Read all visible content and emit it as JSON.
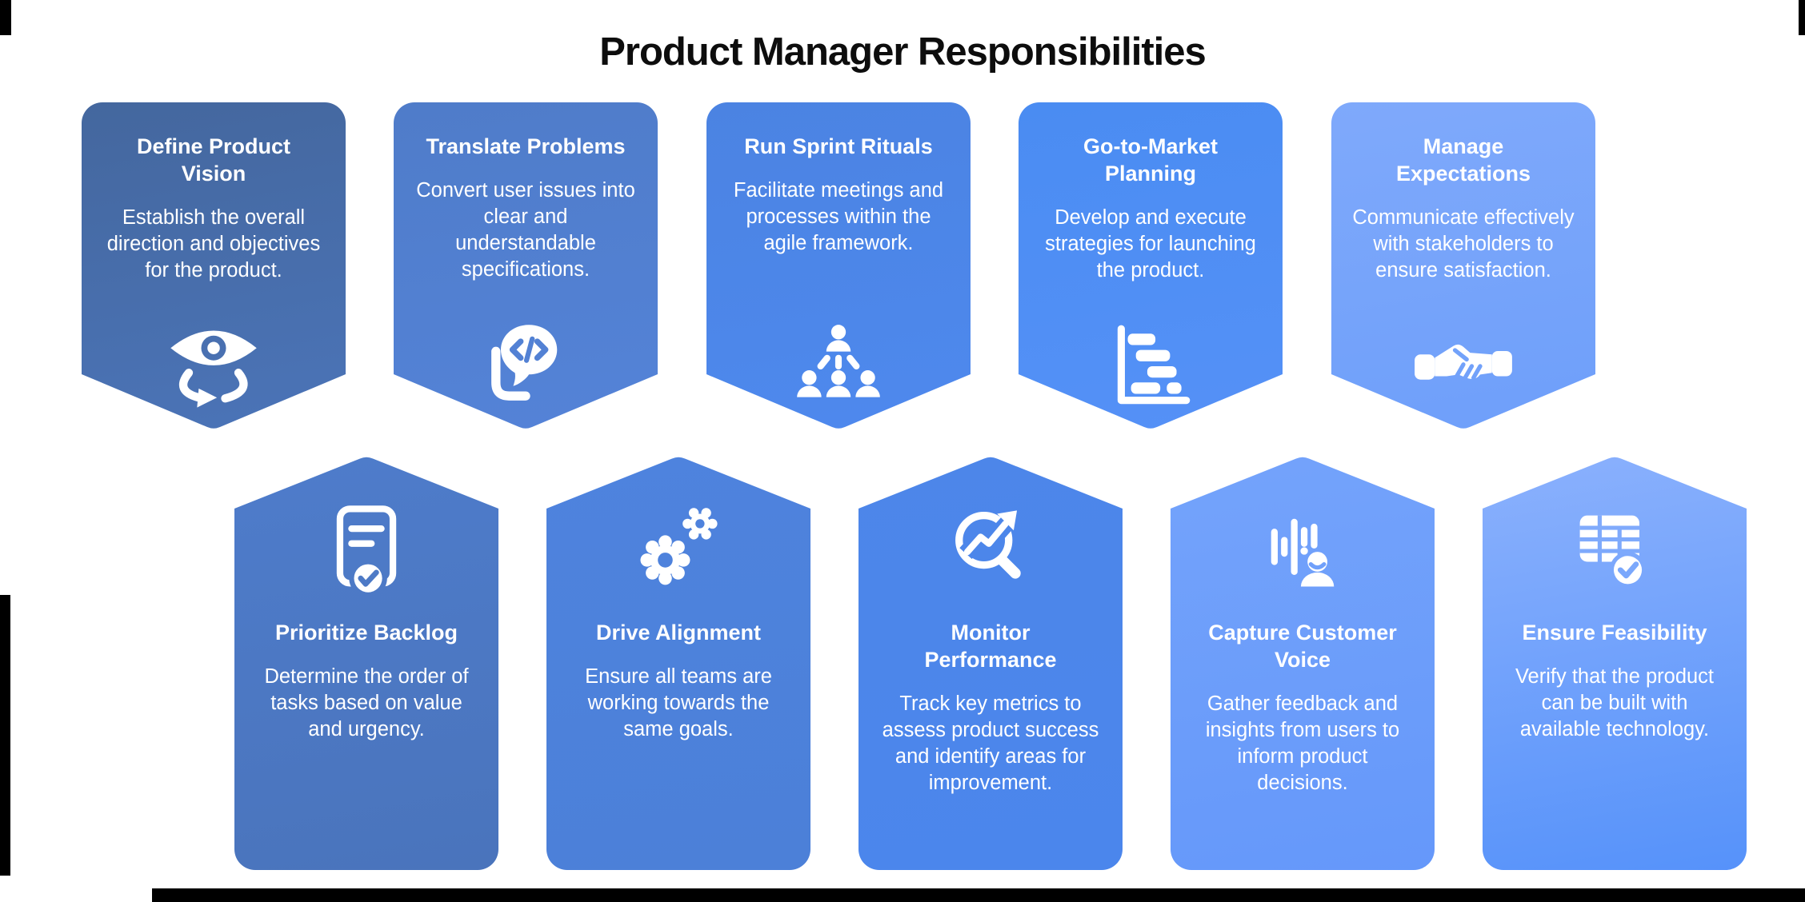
{
  "title": "Product Manager Responsibilities",
  "colors": {
    "background": "#ffffff",
    "title_text": "#0d0d0d",
    "card_text": "#ffffff",
    "edge_artifact": "#000000"
  },
  "cards": [
    {
      "title": "Define Product Vision",
      "description": "Establish the overall direction and objectives for the product.",
      "icon": "eye-rotate-icon",
      "row": "top",
      "color_top": "#44679E",
      "color_bottom": "#4B74B8"
    },
    {
      "title": "Translate Problems",
      "description": "Convert user issues into clear and understandable specifications.",
      "icon": "code-speech-bubble-icon",
      "row": "top",
      "color_top": "#4F7CC9",
      "color_bottom": "#5483D8"
    },
    {
      "title": "Run Sprint Rituals",
      "description": "Facilitate meetings and processes within the agile framework.",
      "icon": "team-hierarchy-icon",
      "row": "top",
      "color_top": "#4B83E2",
      "color_bottom": "#4E89EE"
    },
    {
      "title": "Go-to-Market Planning",
      "description": "Develop and execute strategies for launching the product.",
      "icon": "gantt-chart-icon",
      "row": "top",
      "color_top": "#4A8CF2",
      "color_bottom": "#5591F7"
    },
    {
      "title": "Manage Expectations",
      "description": "Communicate effectively with stakeholders to ensure satisfaction.",
      "icon": "handshake-icon",
      "row": "top",
      "color_top": "#7FA9FB",
      "color_bottom": "#6E9FFA"
    },
    {
      "title": "Prioritize Backlog",
      "description": "Determine the order of tasks based on value and urgency.",
      "icon": "document-check-icon",
      "row": "bottom",
      "color_top": "#4E7CCB",
      "color_bottom": "#4A74BC"
    },
    {
      "title": "Drive Alignment",
      "description": "Ensure all teams are working towards the same goals.",
      "icon": "gears-icon",
      "row": "bottom",
      "color_top": "#4E83DE",
      "color_bottom": "#4C80D8"
    },
    {
      "title": "Monitor Performance",
      "description": "Track key metrics to assess product success and identify areas for improvement.",
      "icon": "magnifier-trend-icon",
      "row": "bottom",
      "color_top": "#4D86E9",
      "color_bottom": "#4B86EC"
    },
    {
      "title": "Capture Customer Voice",
      "description": "Gather feedback and insights from users to inform product decisions.",
      "icon": "voice-feedback-icon",
      "row": "bottom",
      "color_top": "#74A3FB",
      "color_bottom": "#6598FA"
    },
    {
      "title": "Ensure Feasibility",
      "description": "Verify that the product can be built with available technology.",
      "icon": "table-check-icon",
      "row": "bottom",
      "color_top": "#8BB1FD",
      "color_bottom": "#5692FA"
    }
  ]
}
